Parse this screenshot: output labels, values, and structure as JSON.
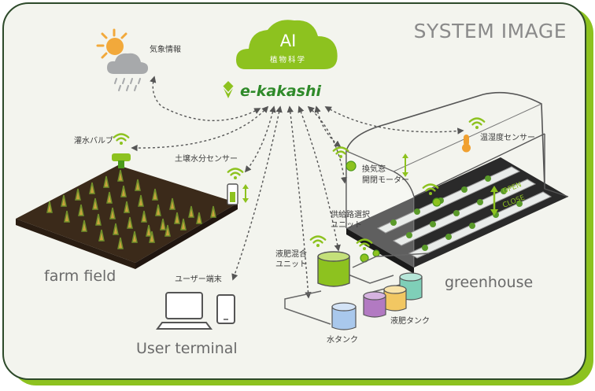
{
  "header": {
    "title": "SYSTEM IMAGE"
  },
  "ai": {
    "title": "AI",
    "subtitle": "植物科学"
  },
  "brand": {
    "name": "e-kakashi"
  },
  "weather": {
    "label": "気象情報"
  },
  "farm": {
    "valve_label": "灌水バルブ",
    "soil_sensor_label": "土壌水分センサー",
    "title": "farm field"
  },
  "terminal": {
    "label": "ユーザー端末",
    "title": "User terminal"
  },
  "greenhouse": {
    "title": "greenhouse",
    "temp_sensor_label": "温湿度センサー",
    "vent_label_1": "換気窓",
    "vent_label_2": "開閉モーター",
    "open_label": "OPEN",
    "close_label": "CLOSE"
  },
  "supply": {
    "selector_label_1": "供給路選択",
    "selector_label_2": "ユニット",
    "mixer_label_1": "液肥混合",
    "mixer_label_2": "ユニット",
    "fert_tank_label": "液肥タンク",
    "water_tank_label": "水タンク"
  },
  "colors": {
    "accent": "#8dc21f",
    "accent_dark": "#4c9a1a",
    "panel_bg": "#f3f4ee",
    "panel_border": "#2d4a2a"
  }
}
